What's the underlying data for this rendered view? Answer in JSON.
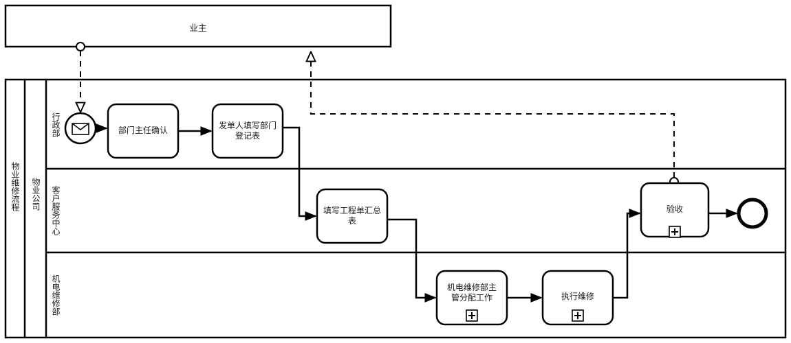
{
  "diagram": {
    "type": "bpmn-collaboration-flowchart",
    "language": "zh-CN",
    "title_column": "物业维修流程",
    "colors": {
      "stroke": "#000000",
      "fill": "#ffffff",
      "text": "#1a1a1a"
    }
  },
  "pools": [
    {
      "id": "owner-pool",
      "name": "业主",
      "has_lanes": false
    },
    {
      "id": "company-pool",
      "name": "物业公司",
      "outer_label": "物业维修流程",
      "lanes": [
        {
          "id": "lane-admin",
          "name": "行政部"
        },
        {
          "id": "lane-service",
          "name": "客户服务中心"
        },
        {
          "id": "lane-repair",
          "name": "机电维修部"
        }
      ]
    }
  ],
  "events": [
    {
      "id": "start-message",
      "kind": "start-message-event",
      "icon": "envelope-icon",
      "lane": "行政部",
      "label": ""
    },
    {
      "id": "end-event",
      "kind": "end-event",
      "lane": "客户服务中心",
      "label": ""
    }
  ],
  "tasks": [
    {
      "id": "task-confirm",
      "label": "部门主任确认",
      "lane": "行政部",
      "marker": ""
    },
    {
      "id": "task-register",
      "label": "发单人填写部门\n登记表",
      "lane": "行政部",
      "marker": ""
    },
    {
      "id": "task-summary",
      "label": "填写工程单汇总\n表",
      "lane": "客户服务中心",
      "marker": ""
    },
    {
      "id": "task-assign",
      "label": "机电维修部主\n管分配工作",
      "lane": "机电维修部",
      "marker": "+"
    },
    {
      "id": "task-execute",
      "label": "执行维修",
      "lane": "机电维修部",
      "marker": "+"
    },
    {
      "id": "task-accept",
      "label": "验收",
      "lane": "客户服务中心",
      "marker": "+"
    }
  ],
  "flows": [
    {
      "from": "start-message",
      "to": "task-confirm",
      "type": "sequence"
    },
    {
      "from": "task-confirm",
      "to": "task-register",
      "type": "sequence"
    },
    {
      "from": "task-register",
      "to": "task-summary",
      "type": "sequence"
    },
    {
      "from": "task-summary",
      "to": "task-assign",
      "type": "sequence"
    },
    {
      "from": "task-assign",
      "to": "task-execute",
      "type": "sequence"
    },
    {
      "from": "task-execute",
      "to": "task-accept",
      "type": "sequence"
    },
    {
      "from": "task-accept",
      "to": "end-event",
      "type": "sequence"
    },
    {
      "from": "owner-pool",
      "to": "start-message",
      "type": "message"
    },
    {
      "from": "task-accept",
      "to": "owner-pool",
      "type": "message"
    }
  ]
}
